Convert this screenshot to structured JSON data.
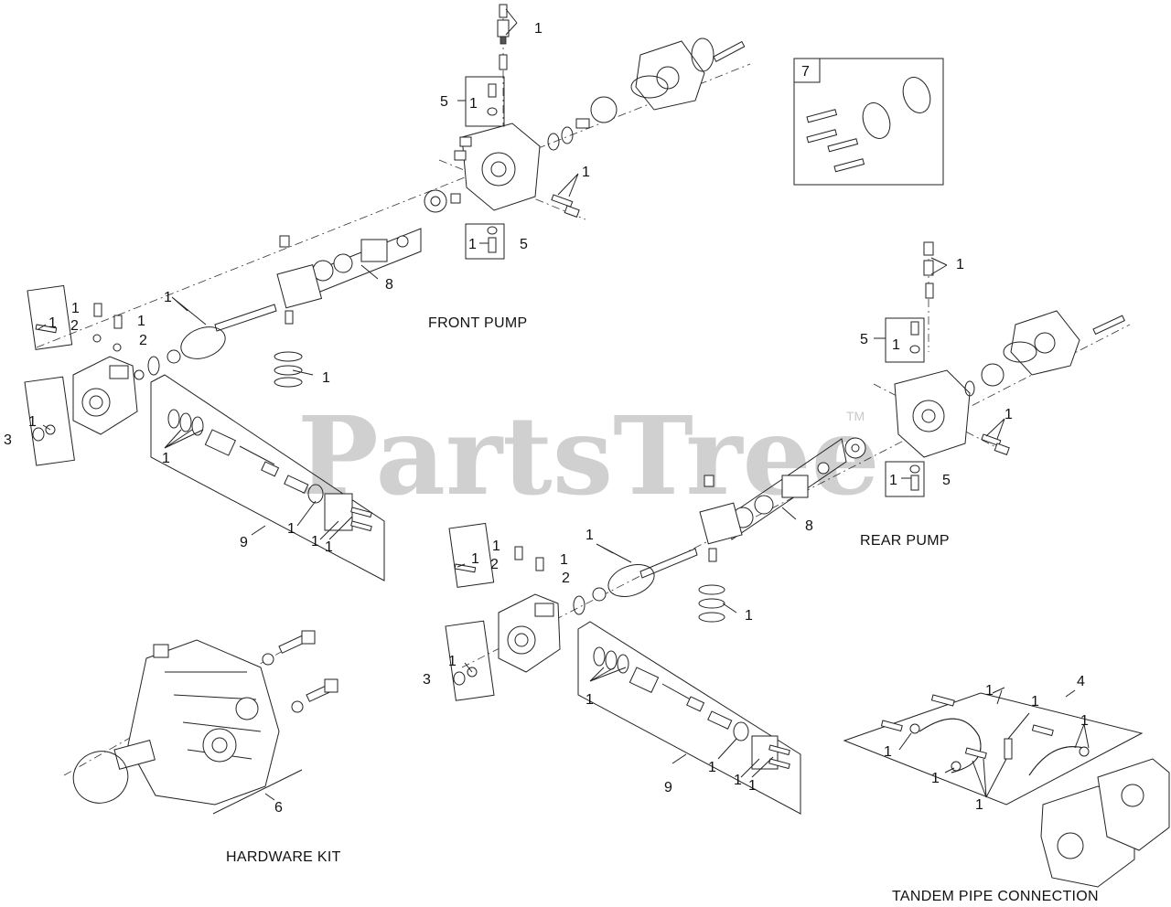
{
  "watermark": {
    "text": "PartsTree",
    "trademark": "TM"
  },
  "labels": {
    "front_pump": "FRONT PUMP",
    "rear_pump": "REAR PUMP",
    "hardware_kit": "HARDWARE KIT",
    "tandem_pipe": "TANDEM PIPE CONNECTION"
  },
  "callouts": {
    "n1": "1",
    "n2": "2",
    "n3": "3",
    "n4": "4",
    "n5": "5",
    "n6": "6",
    "n7": "7",
    "n8": "8",
    "n9": "9"
  }
}
